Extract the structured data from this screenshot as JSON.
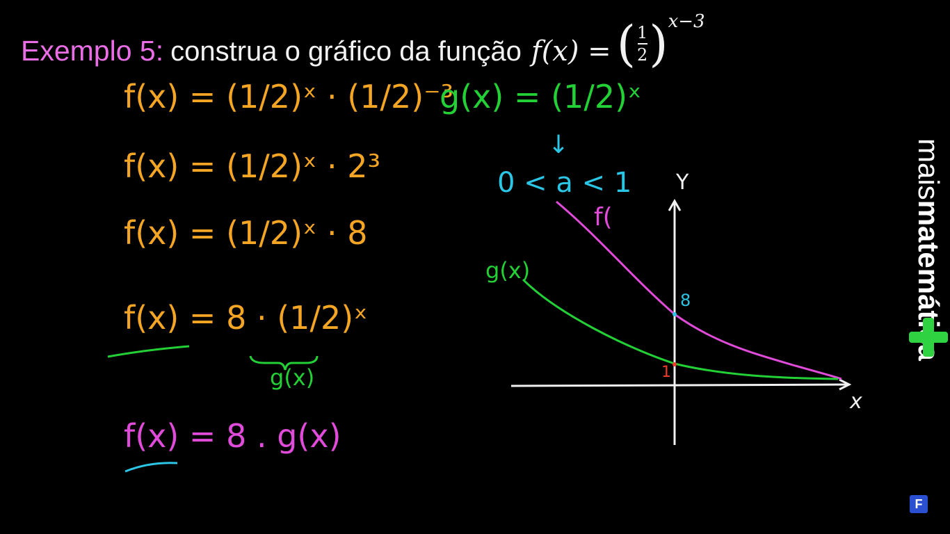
{
  "header": {
    "label": "Exemplo 5",
    "colon": ":",
    "description": "construa o gráfico da função",
    "function_lhs": "f(x) =",
    "frac_num": "1",
    "frac_den": "2",
    "exponent": "x−3"
  },
  "steps": {
    "line1": "f(x) = (1/2)ˣ · (1/2)⁻³",
    "line2": "f(x) = (1/2)ˣ · 2³",
    "line3": "f(x) = (1/2)ˣ · 8",
    "line4": "f(x) = 8 · (1/2)ˣ",
    "underbrace_label": "g(x)",
    "line5": "f(x) = 8 . g(x)"
  },
  "right": {
    "g_definition": "g(x) = (1/2)ˣ",
    "arrow": "↓",
    "condition": "0 < a < 1"
  },
  "graph": {
    "y_axis_label": "Y",
    "x_axis_label": "x",
    "f_curve_label": "f(",
    "g_curve_label": "g(x)",
    "f_intercept": "8",
    "g_intercept": "1"
  },
  "brand": {
    "thin": "mais",
    "bold": "matemática"
  },
  "badge": "F",
  "colors": {
    "background": "#000000",
    "title_magenta": "#e96ee6",
    "orange": "#f5a524",
    "green": "#23d036",
    "magenta": "#e04bd9",
    "cyan": "#2bc6e6",
    "red": "#f23b2b"
  }
}
